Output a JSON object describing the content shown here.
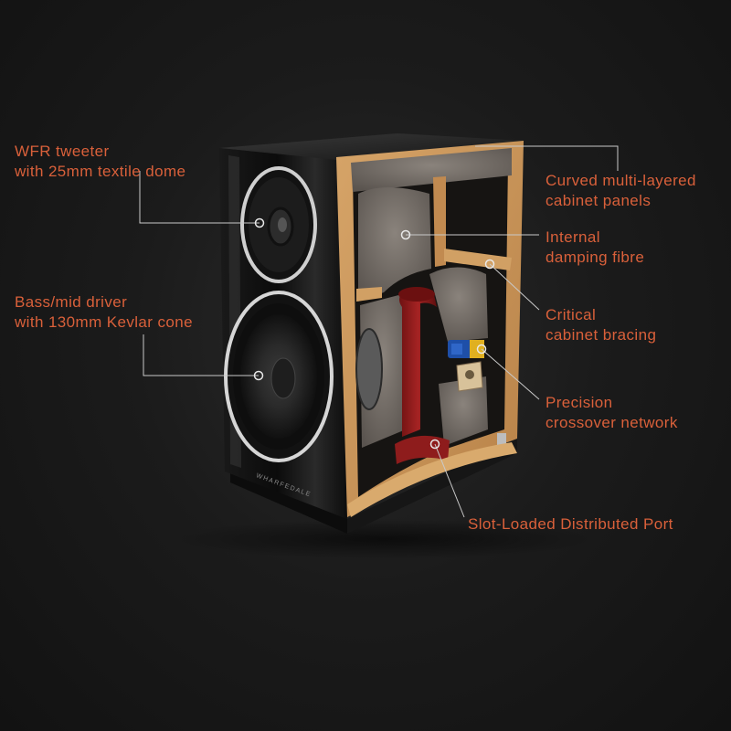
{
  "colors": {
    "label": "#d9603a",
    "leader_line": "#c9c9c9",
    "background": "#1b1b1b",
    "wood": "#c8955a",
    "port": "#8e1c1c",
    "felt": "#6e6761"
  },
  "brand": "WHARFEDALE",
  "callouts": {
    "tweeter": {
      "line1": "WFR tweeter",
      "line2": "with 25mm textile dome"
    },
    "bass_mid": {
      "line1": "Bass/mid driver",
      "line2": "with 130mm Kevlar cone"
    },
    "panels": {
      "line1": "Curved multi-layered",
      "line2": "cabinet panels"
    },
    "damping": {
      "line1": "Internal",
      "line2": "damping fibre"
    },
    "bracing": {
      "line1": "Critical",
      "line2": "cabinet bracing"
    },
    "crossover": {
      "line1": "Precision",
      "line2": "crossover network"
    },
    "port": {
      "line1": "Slot-Loaded Distributed Port"
    }
  }
}
